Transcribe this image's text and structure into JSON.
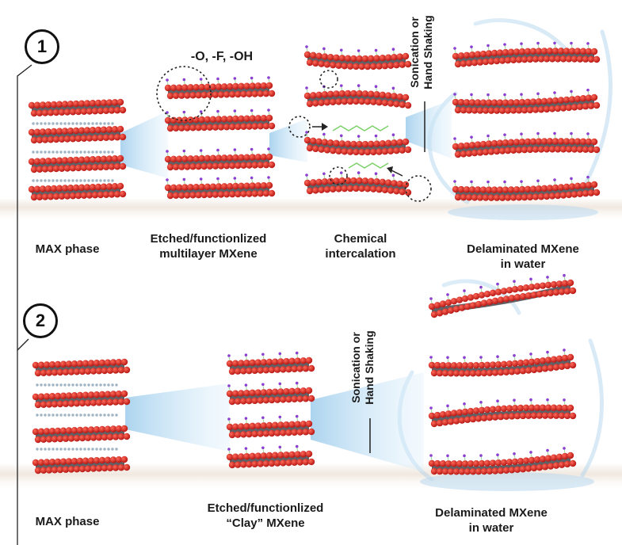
{
  "figure": {
    "step_numbers": [
      "1",
      "2"
    ],
    "row1": {
      "labels": {
        "max_phase": "MAX phase",
        "etched_line1": "Etched/functionlized",
        "etched_line2": "multilayer MXene",
        "intercalation_line1": "Chemical",
        "intercalation_line2": "intercalation",
        "delaminated_line1": "Delaminated MXene",
        "delaminated_line2": "in water"
      },
      "terminations": "-O, -F, -OH",
      "treatment_line1": "Sonication or",
      "treatment_line2": "Hand Shaking"
    },
    "row2": {
      "labels": {
        "max_phase": "MAX phase",
        "etched_line1": "Etched/functionlized",
        "etched_line2": "“Clay” MXene",
        "delaminated_line1": "Delaminated MXene",
        "delaminated_line2": "in water"
      },
      "treatment_line1": "Sonication or",
      "treatment_line2": "Hand Shaking"
    }
  },
  "colors": {
    "oxygen": "#d91e1e",
    "metal_core": "#5f6166",
    "termination_h": "#8a3fd1",
    "a_layer": "#9fb4c4",
    "beam": "#9fcbe8",
    "water": "#b9d9ef",
    "ground": "#e8ddd2"
  }
}
